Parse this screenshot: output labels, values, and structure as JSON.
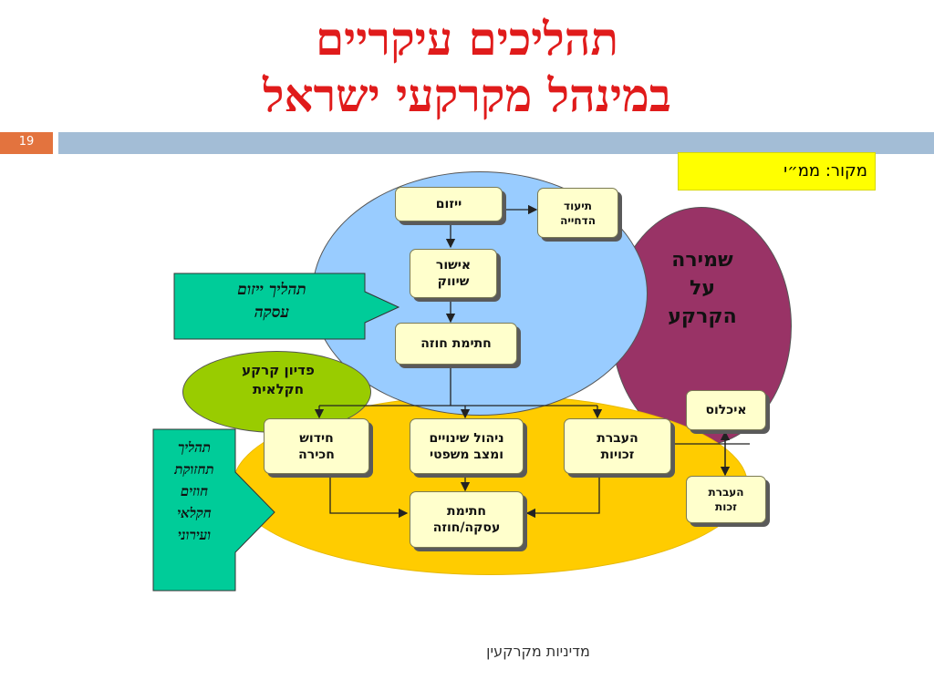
{
  "title": {
    "line1": "תהליכים עיקריים",
    "line2": "במינהל מקרקעי ישראל"
  },
  "slide_number": "19",
  "source_label": "מקור: ממ״י",
  "footer": "מדיניות מקרקעין",
  "colors": {
    "title": "#e01b1b",
    "header_bar": "#a3bdd6",
    "page_badge": "#e3733e",
    "blue_ellipse": "#99ccff",
    "yellow_ellipse": "#ffcc00",
    "purple_ellipse": "#993366",
    "green_ellipse": "#99cc00",
    "teal_arrow": "#00cc99",
    "box_fill": "#ffffcc"
  },
  "diagram": {
    "boxes": {
      "initiation": "ייזום",
      "documentation": "תיעוד\nהדחייה",
      "marketing_approval": "אישור\nשיווק",
      "contract_signing": "חתימת חוזה",
      "renewal": "חידוש\nחכירה",
      "change_management": "ניהול שינויים\nומצב משפטי",
      "rights_transfer": "העברת\nזכויות",
      "deal_signing": "חתימת\nעסקה/חוזה",
      "enforcement": "איכלוס",
      "rights_transfer_2": "העברת\nזכות"
    },
    "labels": {
      "land_preservation": "שמירה\nעל\nהקרקע",
      "agri_redemption": "פדיון קרקע\nחקלאית",
      "deal_initiation_process": "תהליך ייזום\nעסקה",
      "maintenance_process": "תהליך\nתחזוקת\nחוזים\nחקלאי\nועירוני"
    }
  }
}
